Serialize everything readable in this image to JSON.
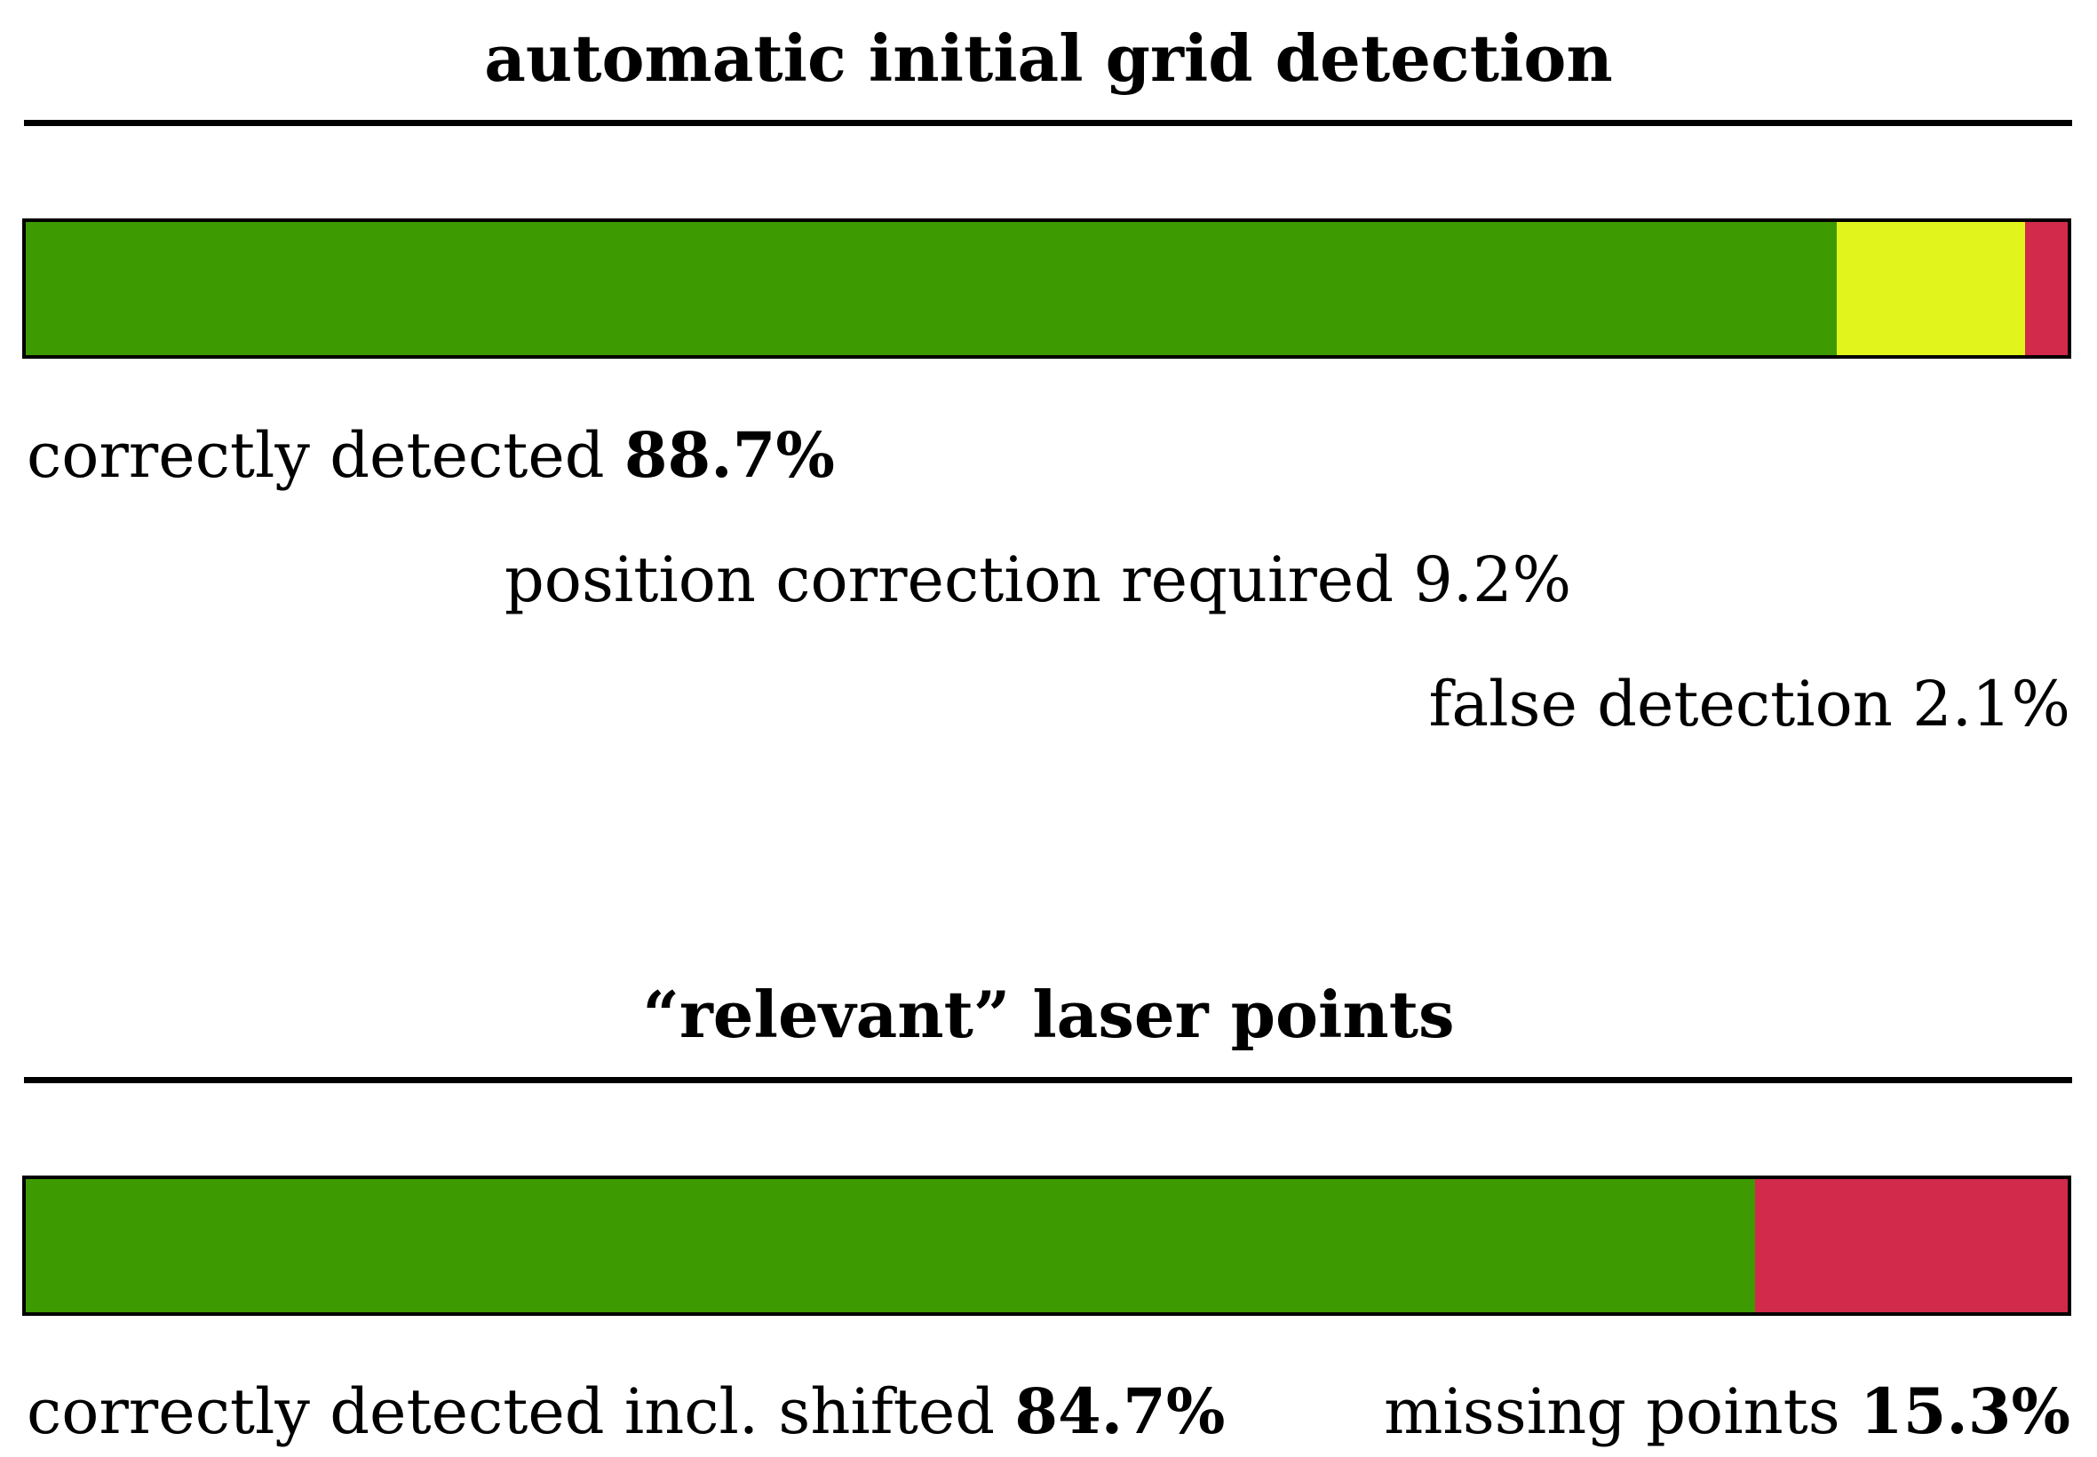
{
  "chart_data": [
    {
      "type": "bar",
      "subtype": "100% stacked horizontal bar",
      "title": "automatic initial grid detection",
      "series": [
        {
          "name": "correctly detected",
          "value": 88.7,
          "value_label": "88.7%",
          "color": "#3d9a00",
          "value_bold": true
        },
        {
          "name": "position correction required",
          "value": 9.2,
          "value_label": "9.2%",
          "color": "#e1f51c",
          "value_bold": false
        },
        {
          "name": "false detection",
          "value": 2.1,
          "value_label": "2.1%",
          "color": "#d22a4b",
          "value_bold": false
        }
      ],
      "xlim": [
        0,
        100
      ],
      "grid": false
    },
    {
      "type": "bar",
      "subtype": "100% stacked horizontal bar",
      "title": "“relevant” laser points",
      "series": [
        {
          "name": "correctly detected incl. shifted",
          "value": 84.7,
          "value_label": "84.7%",
          "color": "#3d9a00",
          "value_bold": true
        },
        {
          "name": "missing points",
          "value": 15.3,
          "value_label": "15.3%",
          "color": "#d22a4b",
          "value_bold": true
        }
      ],
      "xlim": [
        0,
        100
      ],
      "grid": false
    }
  ]
}
